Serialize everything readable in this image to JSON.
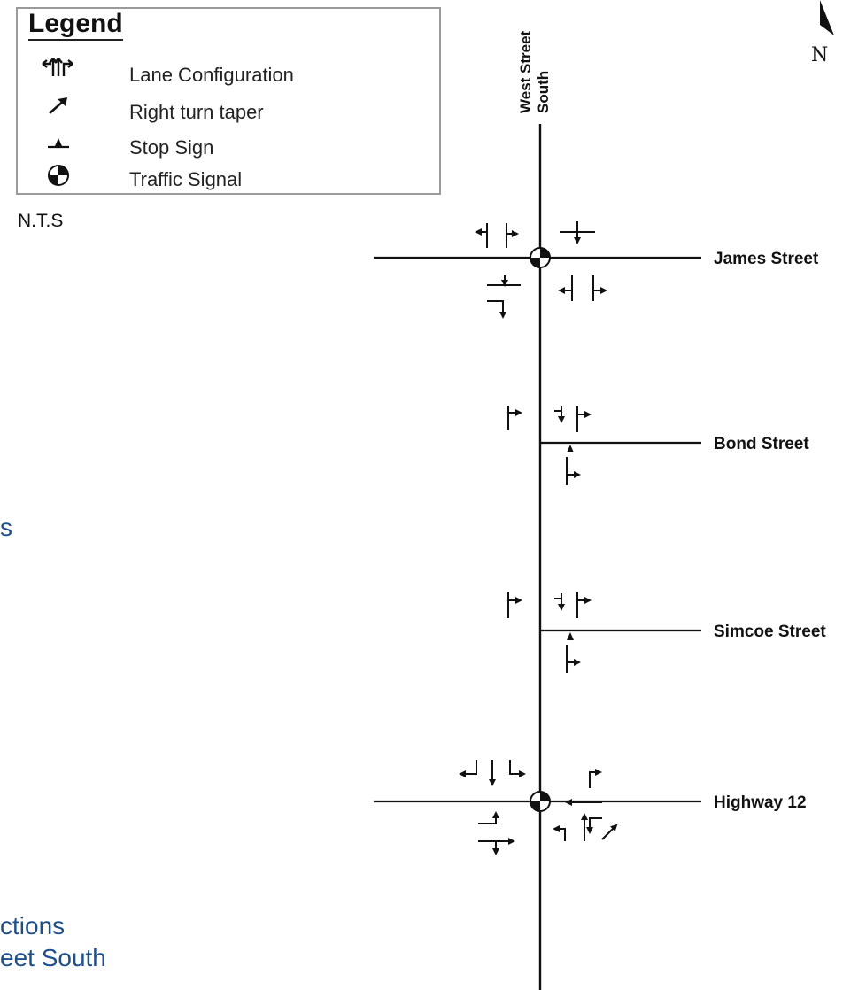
{
  "legend": {
    "title": "Legend",
    "items": [
      {
        "symbol": "lane-configuration-icon",
        "label": "Lane Configuration"
      },
      {
        "symbol": "right-turn-taper-icon",
        "label": "Right turn taper"
      },
      {
        "symbol": "stop-sign-icon",
        "label": "Stop Sign"
      },
      {
        "symbol": "traffic-signal-icon",
        "label": "Traffic Signal"
      }
    ]
  },
  "scale_note": "N.T.S",
  "north": "N",
  "main_street": {
    "line1": "West Street",
    "line2": "South"
  },
  "cross_streets": [
    {
      "name": "James Street",
      "control": "traffic-signal"
    },
    {
      "name": "Bond Street",
      "control": "stop-sign"
    },
    {
      "name": "Simcoe Street",
      "control": "stop-sign"
    },
    {
      "name": "Highway 12",
      "control": "traffic-signal"
    }
  ],
  "background_text": {
    "fragment_1": "s",
    "fragment_2": "ctions",
    "fragment_3": "eet South"
  }
}
